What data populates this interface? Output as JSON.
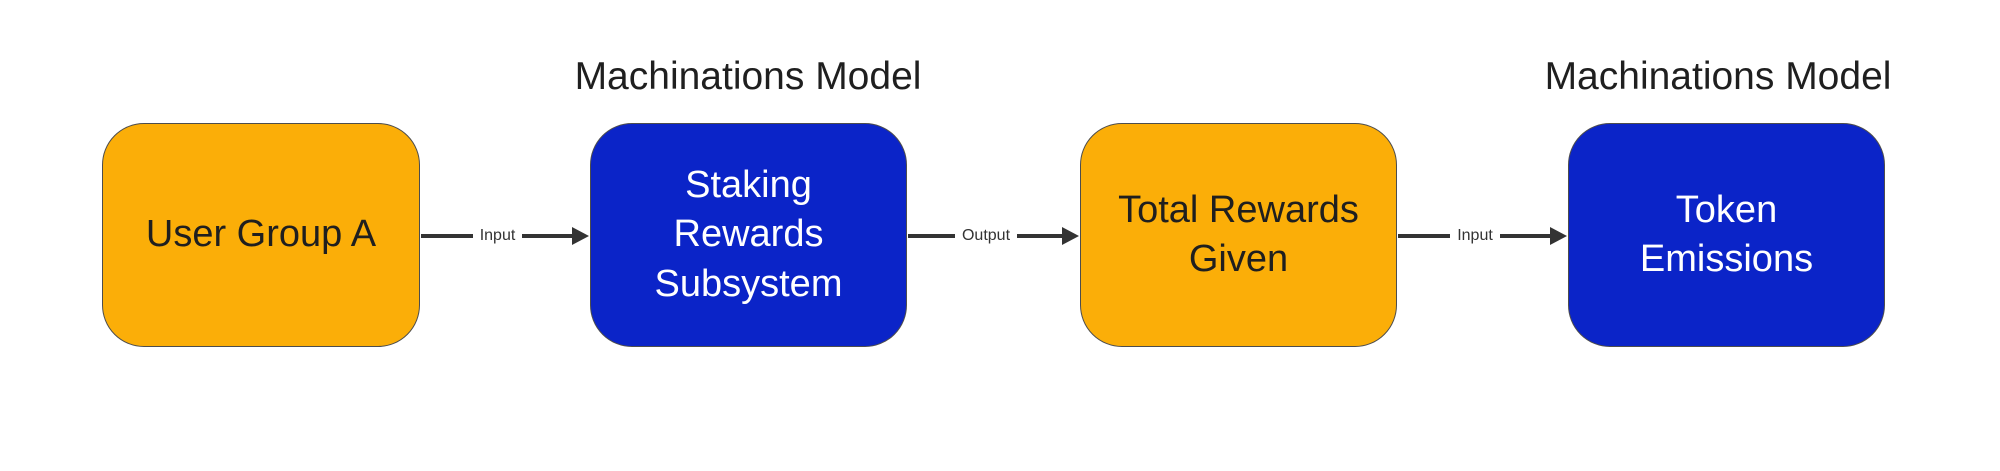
{
  "colors": {
    "background": "#ffffff",
    "pool_orange": "#FBAE08",
    "subsystem_blue": "#0B24C8",
    "arrow": "#333333",
    "dark_text": "#1f1f1f",
    "light_text": "#ffffff"
  },
  "titles": [
    {
      "text": "Machinations Model"
    },
    {
      "text": "Machinations Model"
    }
  ],
  "nodes": [
    {
      "id": "user-group-a",
      "label": "User Group A",
      "lines": [
        "User Group A"
      ],
      "fill": "#FBAE08",
      "text_color": "#1f1f1f"
    },
    {
      "id": "staking-rewards-subsystem",
      "label": "Staking Rewards Subsystem",
      "lines": [
        "Staking",
        "Rewards",
        "Subsystem"
      ],
      "fill": "#0B24C8",
      "text_color": "#ffffff"
    },
    {
      "id": "total-rewards-given",
      "label": "Total Rewards Given",
      "lines": [
        "Total Rewards",
        "Given"
      ],
      "fill": "#FBAE08",
      "text_color": "#1f1f1f"
    },
    {
      "id": "token-emissions",
      "label": "Token Emissions",
      "lines": [
        "Token",
        "Emissions"
      ],
      "fill": "#0B24C8",
      "text_color": "#ffffff"
    }
  ],
  "edges": [
    {
      "label": "Input"
    },
    {
      "label": "Output"
    },
    {
      "label": "Input"
    }
  ]
}
